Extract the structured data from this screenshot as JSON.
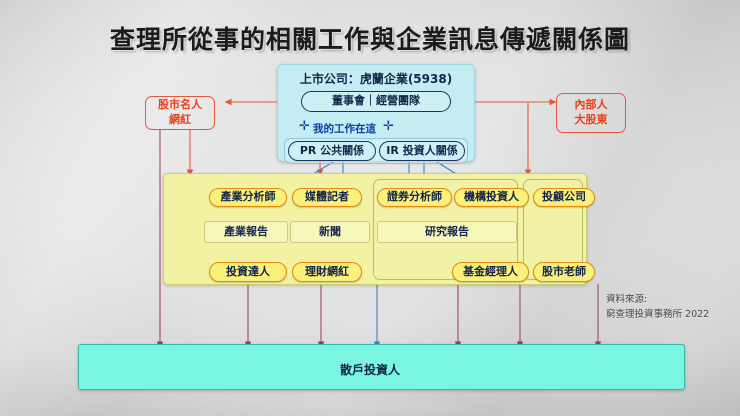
{
  "title": "查理所從事的相關工作與企業訊息傳遞關係圖",
  "company": {
    "header": "上市公司：虎蘭企業(5938)",
    "board": "董事會｜經營團隊",
    "work_note": "我的工作在這",
    "marker_left": "✛",
    "marker_right": "✛",
    "pr": "PR 公共關係",
    "ir": "IR 投資人關係"
  },
  "side_boxes": {
    "left": {
      "line1": "股市名人",
      "line2": "網紅"
    },
    "right": {
      "line1": "內部人",
      "line2": "大股東"
    }
  },
  "intermediaries": {
    "row_analysts": [
      "產業分析師",
      "媒體記者",
      "證券分析師",
      "機構投資人",
      "投顧公司"
    ],
    "row_reports": [
      "產業報告",
      "新聞",
      "研究報告"
    ],
    "row_influencers": [
      "投資達人",
      "理財網紅",
      "基金經理人",
      "股市老師"
    ]
  },
  "bottom": {
    "label": "散戶投資人"
  },
  "source": {
    "line1": "資料來源:",
    "line2": "窮查理投資事務所 2022"
  },
  "colors": {
    "cyan_panel": "#c3ecf3",
    "yellow_panel": "#f2f2a2",
    "aqua_panel": "#79f5e2",
    "red_outline": "#e8573d",
    "orange_chip_border": "#e08a13",
    "navy_text": "#10294a",
    "blue_arrow": "#3f7fd0",
    "red_arrow": "#e8573d",
    "maroon_arrow": "#9b4a63"
  }
}
